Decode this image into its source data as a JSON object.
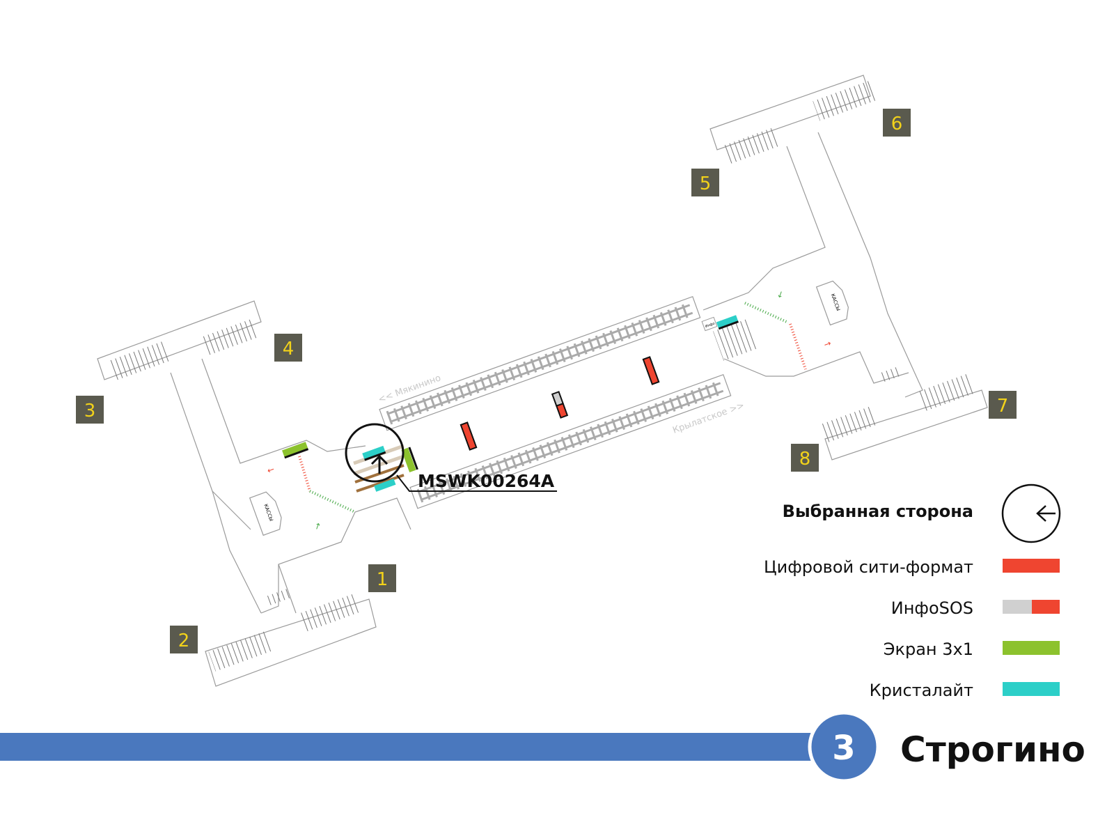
{
  "station": {
    "name": "Строгино",
    "line_number": "3",
    "line_color": "#4a78be"
  },
  "exits": [
    "1",
    "2",
    "3",
    "4",
    "5",
    "6",
    "7",
    "8"
  ],
  "tracks": {
    "upper_direction": "<< Мякинино",
    "lower_direction": "Крылатское >>"
  },
  "kiosks": {
    "left": "КАССЫ",
    "right": "КАССЫ",
    "info": "Инфо"
  },
  "selected": {
    "code": "MSWK00264A"
  },
  "legend": {
    "selected_side": "Выбранная сторона",
    "items": [
      {
        "label": "Цифровой сити-формат",
        "color": "#ef4530"
      },
      {
        "label": "ИнфоSOS",
        "color": "#ef4530",
        "color2": "#d0d0d0"
      },
      {
        "label": "Экран 3x1",
        "color": "#8cc22d"
      },
      {
        "label": "Кристалайт",
        "color": "#2ccfc8"
      }
    ]
  },
  "colors": {
    "red": "#ef4530",
    "green": "#8cc22d",
    "cyan": "#2ccfc8",
    "grey": "#d0d0d0"
  }
}
